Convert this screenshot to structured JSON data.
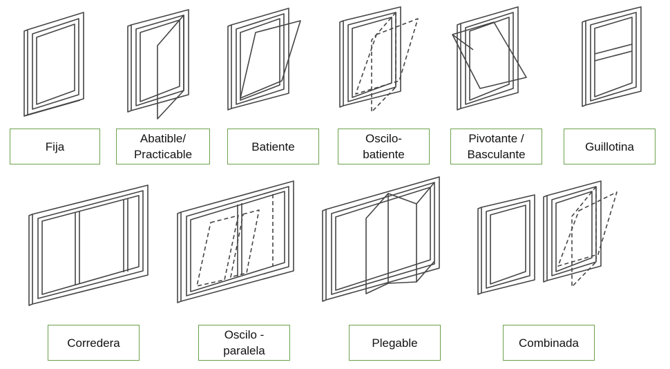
{
  "window_types": [
    {
      "id": "fija",
      "label": "Fija"
    },
    {
      "id": "abatible",
      "label": "Abatible/\nPracticable"
    },
    {
      "id": "batiente",
      "label": "Batiente"
    },
    {
      "id": "oscilobatiente",
      "label": "Oscilo-\nbatiente"
    },
    {
      "id": "pivotante",
      "label": "Pivotante /\nBasculante"
    },
    {
      "id": "guillotina",
      "label": "Guillotina"
    },
    {
      "id": "corredera",
      "label": "Corredera"
    },
    {
      "id": "osciloparalela",
      "label": "Oscilo -\nparalela"
    },
    {
      "id": "plegable",
      "label": "Plegable"
    },
    {
      "id": "combinada",
      "label": "Combinada"
    }
  ]
}
